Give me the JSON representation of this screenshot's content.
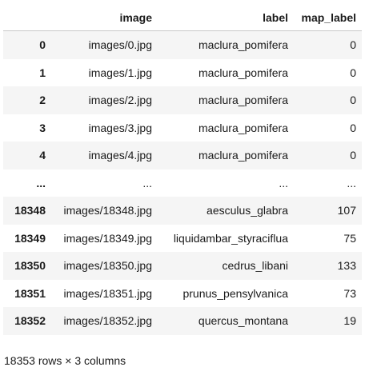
{
  "table": {
    "columns": [
      "image",
      "label",
      "map_label"
    ],
    "rows": [
      {
        "index": "0",
        "image": "images/0.jpg",
        "label": "maclura_pomifera",
        "map_label": "0"
      },
      {
        "index": "1",
        "image": "images/1.jpg",
        "label": "maclura_pomifera",
        "map_label": "0"
      },
      {
        "index": "2",
        "image": "images/2.jpg",
        "label": "maclura_pomifera",
        "map_label": "0"
      },
      {
        "index": "3",
        "image": "images/3.jpg",
        "label": "maclura_pomifera",
        "map_label": "0"
      },
      {
        "index": "4",
        "image": "images/4.jpg",
        "label": "maclura_pomifera",
        "map_label": "0"
      },
      {
        "index": "...",
        "image": "...",
        "label": "...",
        "map_label": "..."
      },
      {
        "index": "18348",
        "image": "images/18348.jpg",
        "label": "aesculus_glabra",
        "map_label": "107"
      },
      {
        "index": "18349",
        "image": "images/18349.jpg",
        "label": "liquidambar_styraciflua",
        "map_label": "75"
      },
      {
        "index": "18350",
        "image": "images/18350.jpg",
        "label": "cedrus_libani",
        "map_label": "133"
      },
      {
        "index": "18351",
        "image": "images/18351.jpg",
        "label": "prunus_pensylvanica",
        "map_label": "73"
      },
      {
        "index": "18352",
        "image": "images/18352.jpg",
        "label": "quercus_montana",
        "map_label": "19"
      }
    ]
  },
  "footer": {
    "shape_text": "18353 rows × 3 columns"
  }
}
